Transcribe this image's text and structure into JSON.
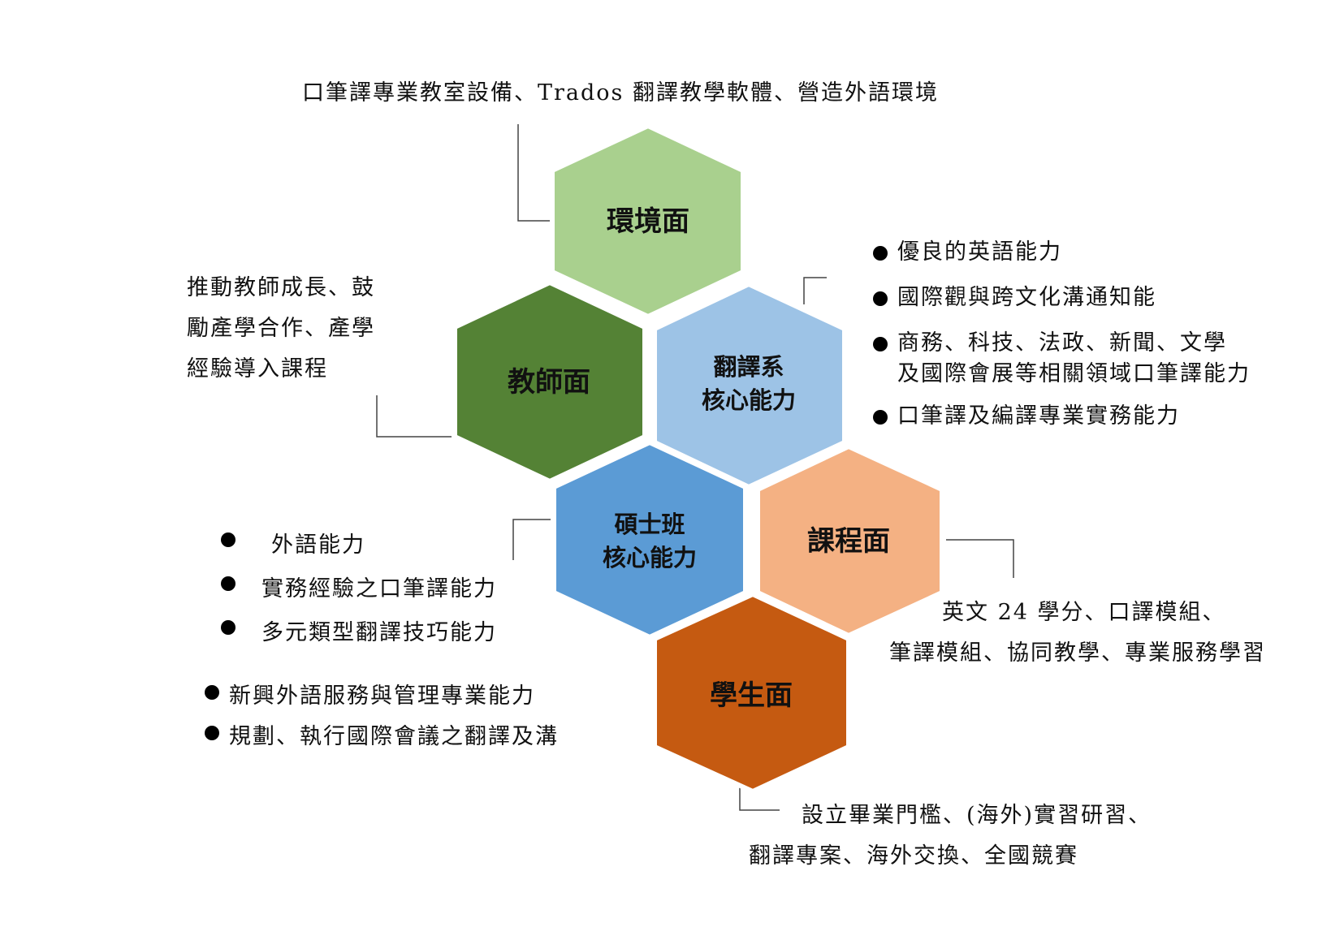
{
  "hexagons": {
    "environment": {
      "label": "環境面",
      "color": "#a9d08e"
    },
    "teacher": {
      "label": "教師面",
      "color": "#548235"
    },
    "dept_core": {
      "label_line1": "翻譯系",
      "label_line2": "核心能力",
      "color": "#9dc3e6"
    },
    "master_core": {
      "label_line1": "碩士班",
      "label_line2": "核心能力",
      "color": "#5b9bd5"
    },
    "curriculum": {
      "label": "課程面",
      "color": "#f4b183"
    },
    "student": {
      "label": "學生面",
      "color": "#c55a11"
    }
  },
  "environment_text": "口筆譯專業教室設備、Trados 翻譯教學軟體、營造外語環境",
  "teacher_text": [
    "推動教師成長、鼓",
    "勵產學合作、產學",
    "經驗導入課程"
  ],
  "dept_core_items": [
    "優良的英語能力",
    "國際觀與跨文化溝通知能",
    "商務、科技、法政、新聞、文學",
    "及國際會展等相關領域口筆譯能力",
    "口筆譯及編譯專業實務能力"
  ],
  "master_core_items": [
    "外語能力",
    "實務經驗之口筆譯能力",
    "多元類型翻譯技巧能力"
  ],
  "master_extra_items": [
    "新興外語服務與管理專業能力",
    "規劃、執行國際會議之翻譯及溝"
  ],
  "curriculum_text": [
    "英文 24 學分、口譯模組、",
    "筆譯模組、協同教學、專業服務學習"
  ],
  "student_text": [
    "設立畢業門檻、(海外)實習研習、",
    "翻譯專案、海外交換、全國競賽"
  ]
}
